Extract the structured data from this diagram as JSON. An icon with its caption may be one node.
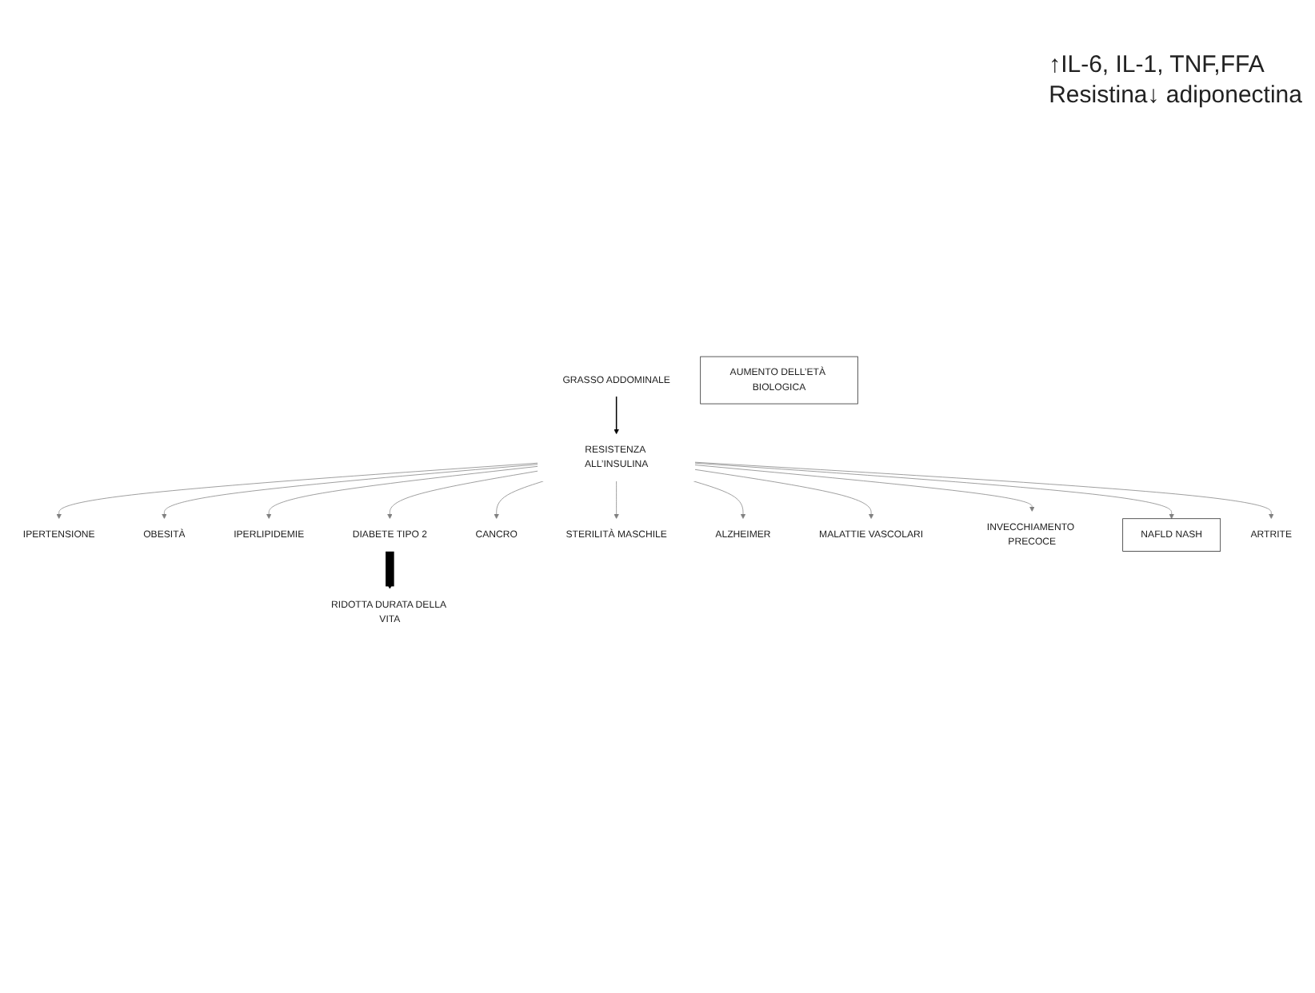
{
  "diagram": {
    "nodes": [
      {
        "text": [
          "GRASSO ADDOMINALE"
        ]
      },
      {
        "text": [
          "RESISTENZA ALL’INSULINA"
        ]
      },
      {
        "text": [
          "IPERTENSIONE"
        ]
      },
      {
        "text": [
          "OBESITÀ"
        ]
      },
      {
        "text": [
          "IPERLIPIDEMIE"
        ]
      },
      {
        "text": [
          "DIABETE TIPO 2"
        ]
      },
      {
        "text": [
          "CANCRO"
        ]
      },
      {
        "text": [
          "STERILITÀ MASCHILE"
        ]
      },
      {
        "text": [
          "ALZHEIMER"
        ]
      },
      {
        "text": [
          "MALATTIE VASCOLARI"
        ]
      },
      {
        "text": [
          "INVECCHIAMENTO PRECOCE"
        ]
      },
      {
        "text": [
          "NAFLD NASH"
        ]
      },
      {
        "text": [
          "ARTRITE"
        ]
      },
      {
        "text": [
          "AUMENTO DELL’ETÀ BIOLOGICA"
        ]
      },
      {
        "text": [
          "RIDOTTA DURATA DELLA VITA"
        ]
      }
    ],
    "edges": [
      {
        "from": 0,
        "to": 1,
        "arrow": "to",
        "color": "#000000"
      },
      {
        "from": 1,
        "to": 2,
        "arrow": "to"
      },
      {
        "from": 1,
        "to": 3,
        "arrow": "to"
      },
      {
        "from": 1,
        "to": 7,
        "arrow": "to"
      },
      {
        "from": 1,
        "to": 4,
        "arrow": "to"
      },
      {
        "from": 1,
        "to": 8,
        "arrow": "to"
      },
      {
        "from": 1,
        "to": 5,
        "arrow": "to"
      },
      {
        "from": 1,
        "to": 11,
        "arrow": "to"
      },
      {
        "from": 1,
        "to": 9,
        "arrow": "to"
      },
      {
        "from": 1,
        "to": 12,
        "arrow": "to"
      },
      {
        "from": 1,
        "to": 10,
        "arrow": "to"
      },
      {
        "from": 1,
        "to": 6,
        "arrow": "to"
      },
      {
        "from": 5,
        "to": 14,
        "arrow": "to",
        "style": "thick",
        "color": "#000000"
      }
    ],
    "labels": [
      "↑IL-6, IL-1, TNF,FFA",
      "Resistina↓ adiponectina"
    ]
  }
}
